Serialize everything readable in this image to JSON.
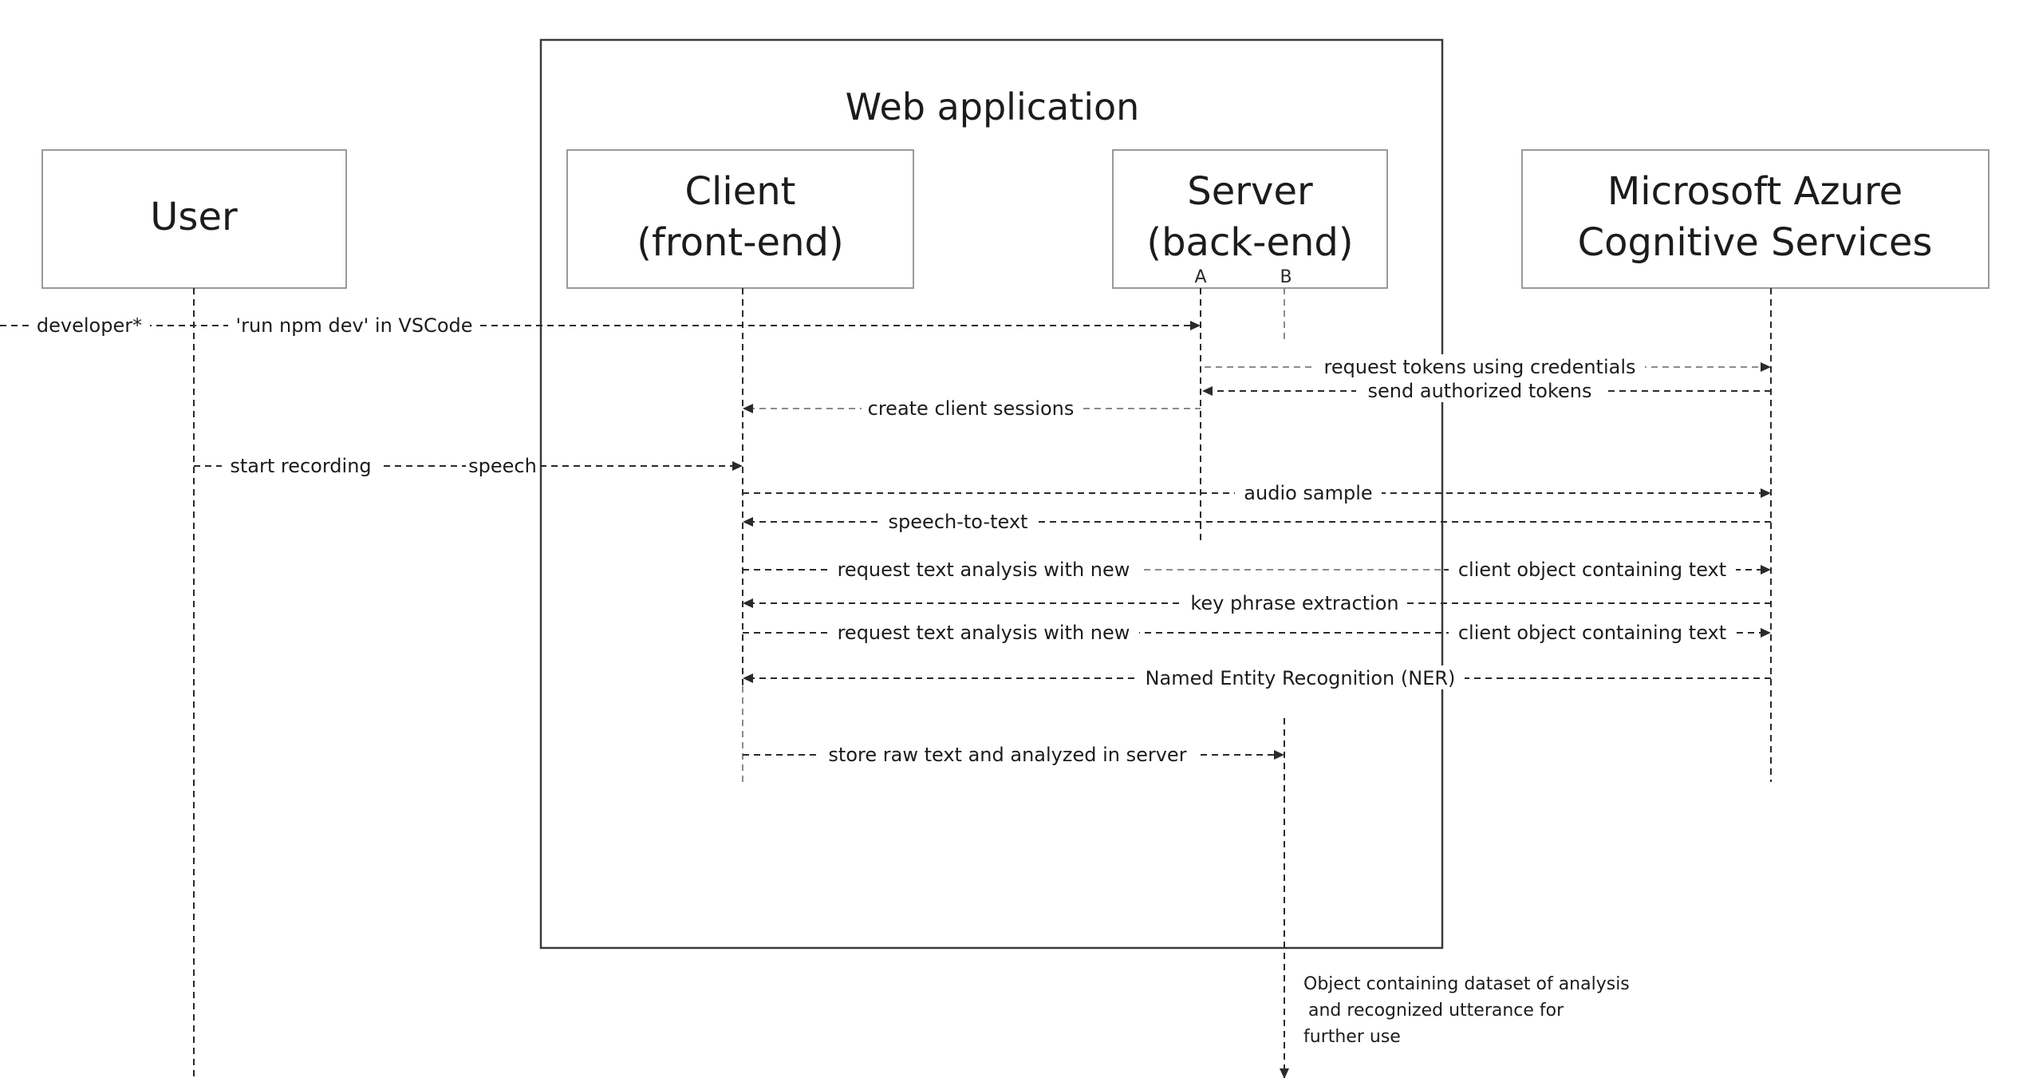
{
  "frame": {
    "title": "Web application"
  },
  "participants": {
    "user": {
      "line1": "User"
    },
    "client": {
      "line1": "Client",
      "line2": "(front-end)"
    },
    "server": {
      "line1": "Server",
      "line2": "(back-end)",
      "port_a": "A",
      "port_b": "B"
    },
    "azure": {
      "line1": "Microsoft Azure",
      "line2": "Cognitive Services"
    }
  },
  "messages": {
    "developer": "developer*",
    "run_npm": "'run npm dev' in VSCode",
    "request_tokens": "request tokens using credentials",
    "send_tokens": "send authorized tokens",
    "create_sessions": "create client sessions",
    "start_recording": "start recording",
    "speech": "speech",
    "audio_sample": "audio sample",
    "speech_to_text": "speech-to-text",
    "request_analysis_1": "request text analysis with new",
    "client_object_1": "client object containing text",
    "key_phrase": "key phrase extraction",
    "request_analysis_2": "request text analysis with new",
    "client_object_2": "client object containing text",
    "ner": "Named Entity Recognition (NER)",
    "store_raw": "store raw text and analyzed in server"
  },
  "note": {
    "line1": "Object containing dataset of analysis",
    "line2": "and recognized utterance for",
    "line3": "further use"
  }
}
